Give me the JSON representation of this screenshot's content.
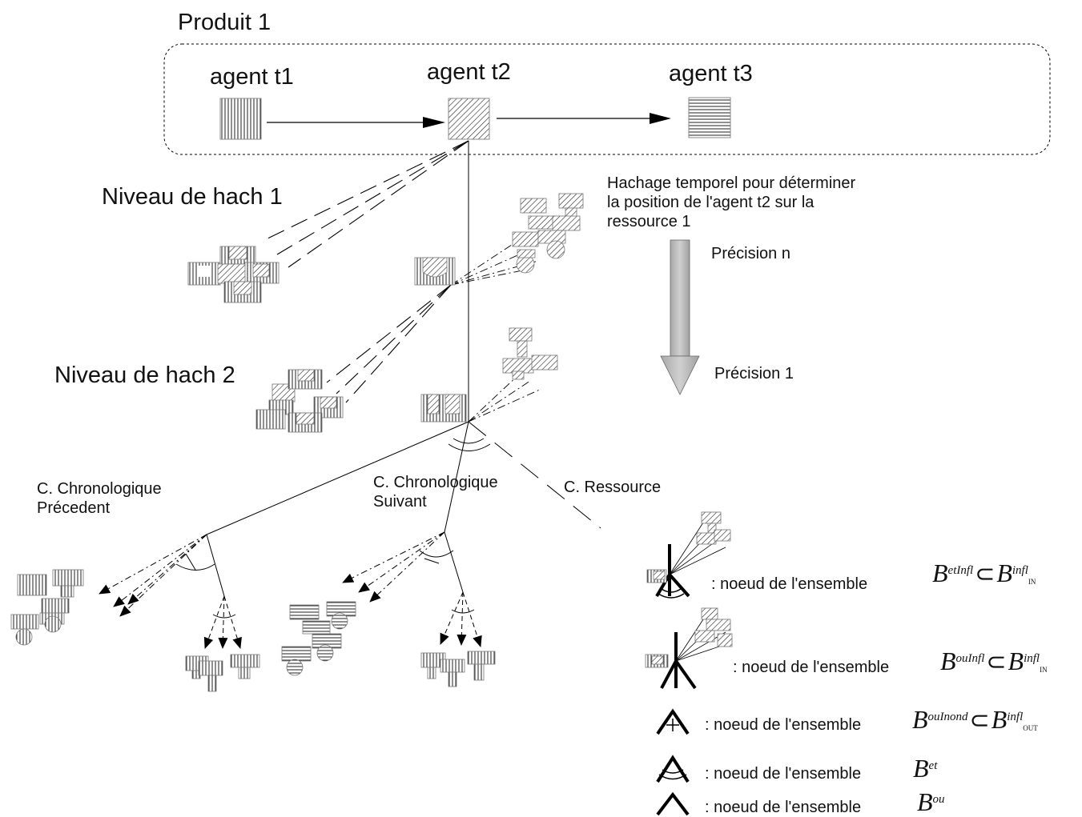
{
  "title": "Produit 1",
  "agents": {
    "t1": "agent t1",
    "t2": "agent t2",
    "t3": "agent t3"
  },
  "levels": {
    "l1": "Niveau de hach 1",
    "l2": "Niveau de hach 2"
  },
  "hashing_note": [
    "Hachage temporel pour déterminer",
    "la position de l'agent t2 sur la",
    "ressource 1"
  ],
  "precision": {
    "top": "Précision n",
    "bottom": "Précision 1"
  },
  "branches": {
    "prev": [
      "C. Chronologique",
      "Précedent"
    ],
    "next": [
      "C. Chronologique",
      "Suivant"
    ],
    "resource": "C. Ressource"
  },
  "legend": [
    {
      "text": ": noeud de l'ensemble",
      "base": "B",
      "sup": "etInfl",
      "rhs_sup": "infl",
      "rhs_sub": "IN"
    },
    {
      "text": ": noeud de l'ensemble",
      "base": "B",
      "sup": "ouInfl",
      "rhs_sup": "infl",
      "rhs_sub": "IN"
    },
    {
      "text": ": noeud de l'ensemble",
      "base": "B",
      "sup": "ouInond",
      "rhs_sup": "infl",
      "rhs_sub": "OUT"
    },
    {
      "text": ": noeud de l'ensemble",
      "base": "B",
      "sup": "et"
    },
    {
      "text": ": noeud de l'ensemble",
      "base": "B",
      "sup": "ou"
    }
  ],
  "symbol": "⊂"
}
